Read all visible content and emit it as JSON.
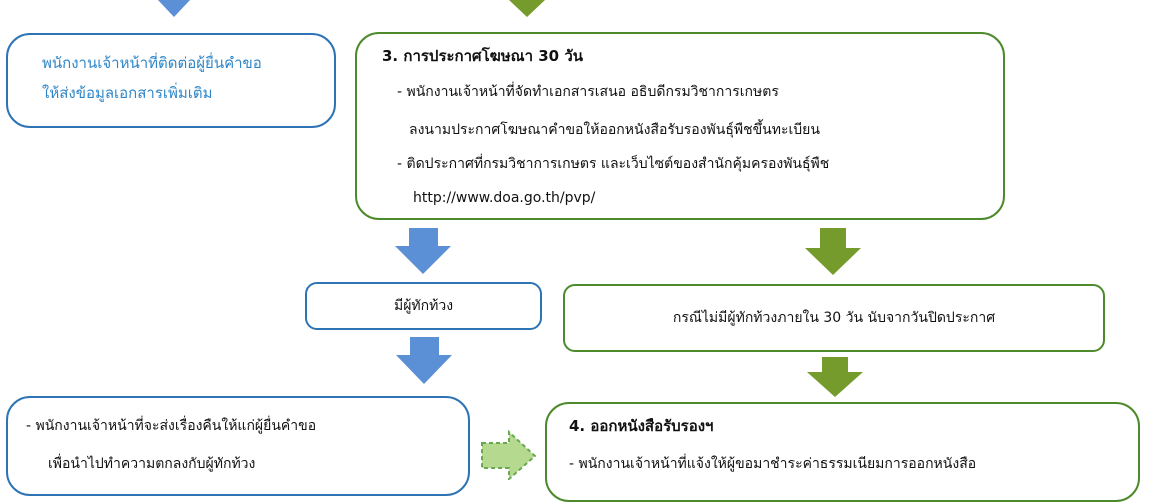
{
  "colors": {
    "blue_arrow": "#5b8fd6",
    "green_arrow": "#759b2c",
    "blue_border": "#2e74b5",
    "green_border": "#4c8a2b",
    "blue_text": "#2e86c8",
    "dashed_arrow_fill": "#b5d98f",
    "dashed_arrow_stroke": "#6aa84f"
  },
  "box_contact": {
    "line1": "พนักงานเจ้าหน้าที่ติดต่อผู้ยื่นคำขอ",
    "line2": "ให้ส่งข้อมูลเอกสารเพิ่มเติม"
  },
  "box_announce": {
    "title": "3. การประกาศโฆษณา 30 วัน",
    "bullet1_line1": "- พนักงานเจ้าหน้าที่จัดทำเอกสารเสนอ อธิบดีกรมวิชาการเกษตร",
    "bullet1_line2": "ลงนามประกาศโฆษณาคำขอให้ออกหนังสือรับรองพันธุ์พืชขึ้นทะเบียน",
    "bullet2_line1": "- ติดประกาศที่กรมวิชาการเกษตร และเว็บไซต์ของสำนักคุ้มครองพันธุ์พืช",
    "bullet2_line2": "http://www.doa.go.th/pvp/"
  },
  "box_objection": {
    "label": "มีผู้ทักท้วง"
  },
  "box_no_objection": {
    "label": "กรณีไม่มีผู้ทักท้วงภายใน 30 วัน นับจากวันปิดประกาศ"
  },
  "box_return": {
    "line1": "-  พนักงานเจ้าหน้าที่จะส่งเรื่องคืนให้แก่ผู้ยื่นคำขอ",
    "line2": "เพื่อนำไปทำความตกลงกับผู้ทักท้วง"
  },
  "box_certificate": {
    "title": "4. ออกหนังสือรับรองฯ",
    "bullet1_line1": "-  พนักงานเจ้าหน้าที่แจ้งให้ผู้ขอมาชำระค่าธรรมเนียมการออกหนังสือ"
  }
}
